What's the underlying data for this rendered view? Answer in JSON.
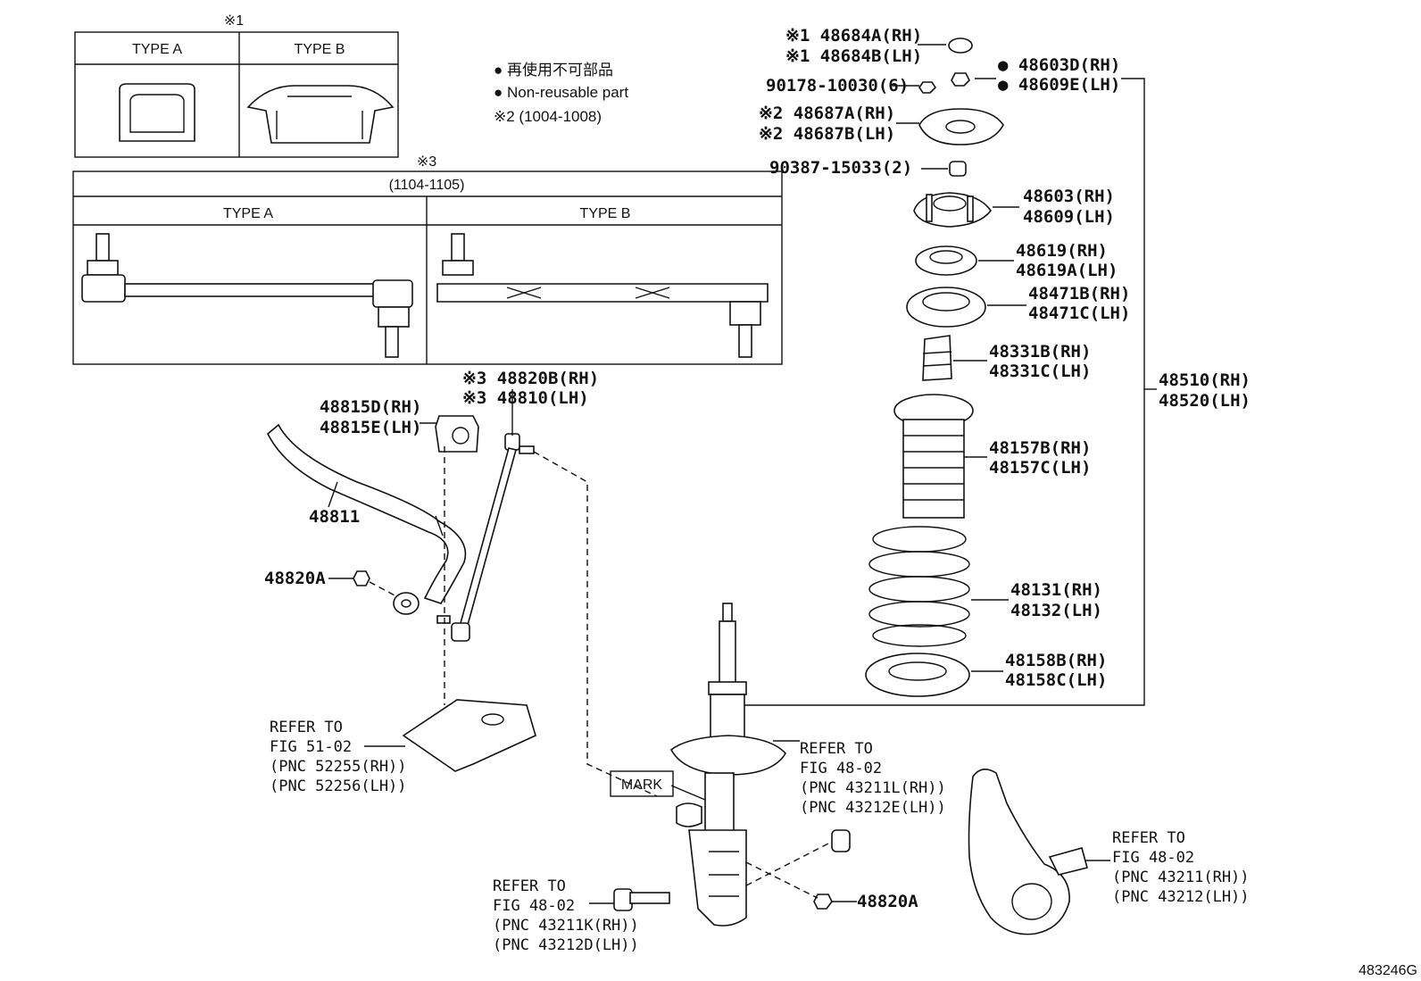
{
  "legend": {
    "mark_1_ja": "● 再使用不可部品",
    "mark_1_en": "● Non-reusable part",
    "note_2": "※2 (1004-1008)"
  },
  "table1": {
    "note": "※1",
    "type_a": "TYPE A",
    "type_b": "TYPE B"
  },
  "table3": {
    "note": "※3",
    "range": "(1104-1105)",
    "type_a": "TYPE A",
    "type_b": "TYPE B"
  },
  "parts": {
    "p48684": [
      "※1 48684A(RH)",
      "※1 48684B(LH)"
    ],
    "p90178": "90178-10030(6)",
    "p48603d": [
      "● 48603D(RH)",
      "● 48609E(LH)"
    ],
    "p48687": [
      "※2 48687A(RH)",
      "※2 48687B(LH)"
    ],
    "p90387": "90387-15033(2)",
    "p48603": [
      "48603(RH)",
      "48609(LH)"
    ],
    "p48619": [
      "48619(RH)",
      "48619A(LH)"
    ],
    "p48471": [
      "48471B(RH)",
      "48471C(LH)"
    ],
    "p48331": [
      "48331B(RH)",
      "48331C(LH)"
    ],
    "p48510": [
      "48510(RH)",
      "48520(LH)"
    ],
    "p48157": [
      "48157B(RH)",
      "48157C(LH)"
    ],
    "p48131": [
      "48131(RH)",
      "48132(LH)"
    ],
    "p48158": [
      "48158B(RH)",
      "48158C(LH)"
    ],
    "p48820b": [
      "※3 48820B(RH)",
      "※3 48810(LH)"
    ],
    "p48815": [
      "48815D(RH)",
      "48815E(LH)"
    ],
    "p48811": "48811",
    "p48820a_left": "48820A",
    "p48820a_right": "48820A"
  },
  "refs": {
    "fig51": [
      "REFER TO",
      "FIG 51-02",
      "(PNC 52255(RH))",
      "(PNC 52256(LH))"
    ],
    "fig48_mid": [
      "REFER TO",
      "FIG 48-02",
      "(PNC 43211L(RH))",
      "(PNC 43212E(LH))"
    ],
    "fig48_bottom": [
      "REFER TO",
      "FIG 48-02",
      "(PNC 43211K(RH))",
      "(PNC 43212D(LH))"
    ],
    "fig48_right": [
      "REFER TO",
      "FIG 48-02",
      "(PNC 43211(RH))",
      "(PNC 43212(LH))"
    ]
  },
  "mark_label": "MARK",
  "figure_id": "483246G"
}
